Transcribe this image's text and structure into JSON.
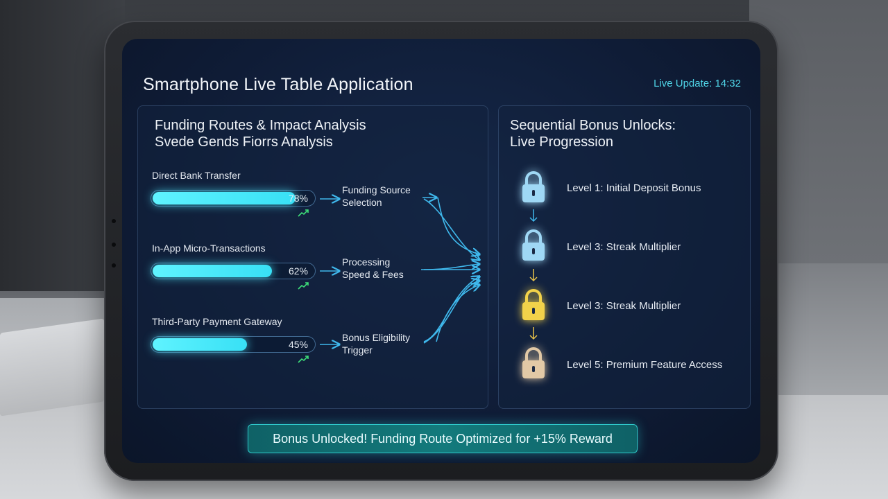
{
  "app": {
    "title": "Smartphone Live Table Application",
    "live_update": "Live Update: 14:32"
  },
  "funding_panel": {
    "title_line1": "Funding Routes & Impact Analysis",
    "title_line2": "Svede Gends Fiorrs Analysis",
    "routes": [
      {
        "label": "Direct Bank Transfer",
        "percent_text": "78%",
        "value": 78
      },
      {
        "label": "In-App Micro-Transactions",
        "percent_text": "62%",
        "value": 62
      },
      {
        "label": "Third-Party Payment Gateway",
        "percent_text": "45%",
        "value": 45
      }
    ],
    "steps": [
      {
        "line1": "Funding Source",
        "line2": "Selection"
      },
      {
        "line1": "Processing",
        "line2": "Speed & Fees"
      },
      {
        "line1": "Bonus Eligibility",
        "line2": "Trigger"
      }
    ]
  },
  "bonus_panel": {
    "title_line1": "Sequential Bonus Unlocks:",
    "title_line2": "Live Progression",
    "levels": [
      {
        "label": "Level 1: Initial Deposit Bonus",
        "lock_icon": "lock-icon",
        "color": "#9fd8f5"
      },
      {
        "label": "Level 3: Streak Multiplier",
        "lock_icon": "lock-icon",
        "color": "#9fd8f5"
      },
      {
        "label": "Level 3: Streak Multiplier",
        "lock_icon": "lock-icon",
        "color": "#f2d24a"
      },
      {
        "label": "Level 5: Premium Feature Access",
        "lock_icon": "lock-icon",
        "color": "#e2c9a6"
      }
    ]
  },
  "banner": {
    "text": "Bonus Unlocked! Funding Route Optimized for +15% Reward"
  },
  "colors": {
    "accent_cyan": "#4fd3e6",
    "bar_fill": "#5ff3ff",
    "banner_bg": "#137a7c",
    "trend_green": "#3ee07a"
  }
}
